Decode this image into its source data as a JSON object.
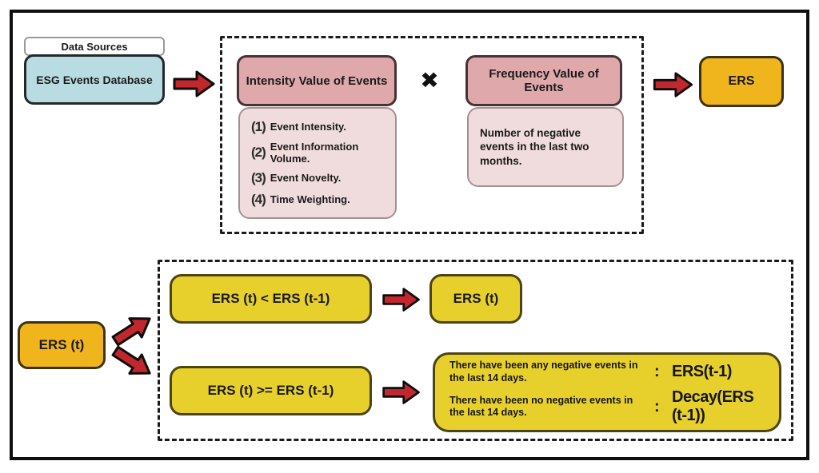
{
  "colors": {
    "blue_box": "#b9dce3",
    "pink_header": "#dfa8ab",
    "pink_body": "#f1dcdd",
    "gold_box": "#f0b41d",
    "yellow_box": "#e7d02b",
    "arrow_red": "#c1272d",
    "frame_black": "#0f0f0f"
  },
  "top": {
    "data_sources_label": "Data Sources",
    "esg_db_label": "ESG Events Database",
    "intensity_title": "Intensity Value of Events",
    "intensity_items": [
      {
        "num": "(1)",
        "text": "Event Intensity."
      },
      {
        "num": "(2)",
        "text": "Event Information Volume."
      },
      {
        "num": "(3)",
        "text": "Event Novelty."
      },
      {
        "num": "(4)",
        "text": "Time Weighting."
      }
    ],
    "multiply_sign": "✖",
    "frequency_title": "Frequency Value of Events",
    "frequency_desc": "Number of negative events in the last two months.",
    "ers_label": "ERS"
  },
  "bottom": {
    "ers_t_label": "ERS (t)",
    "cond_less_label": "ERS (t) < ERS (t-1)",
    "result_less_label": "ERS (t)",
    "cond_ge_label": "ERS (t) >= ERS (t-1)",
    "cases": [
      {
        "text": "There have been any negative events in the last 14 days.",
        "colon": ":",
        "value": "ERS(t-1)"
      },
      {
        "text": "There have been no negative events in the last 14 days.",
        "colon": ":",
        "value": "Decay(ERS (t-1))"
      }
    ]
  }
}
